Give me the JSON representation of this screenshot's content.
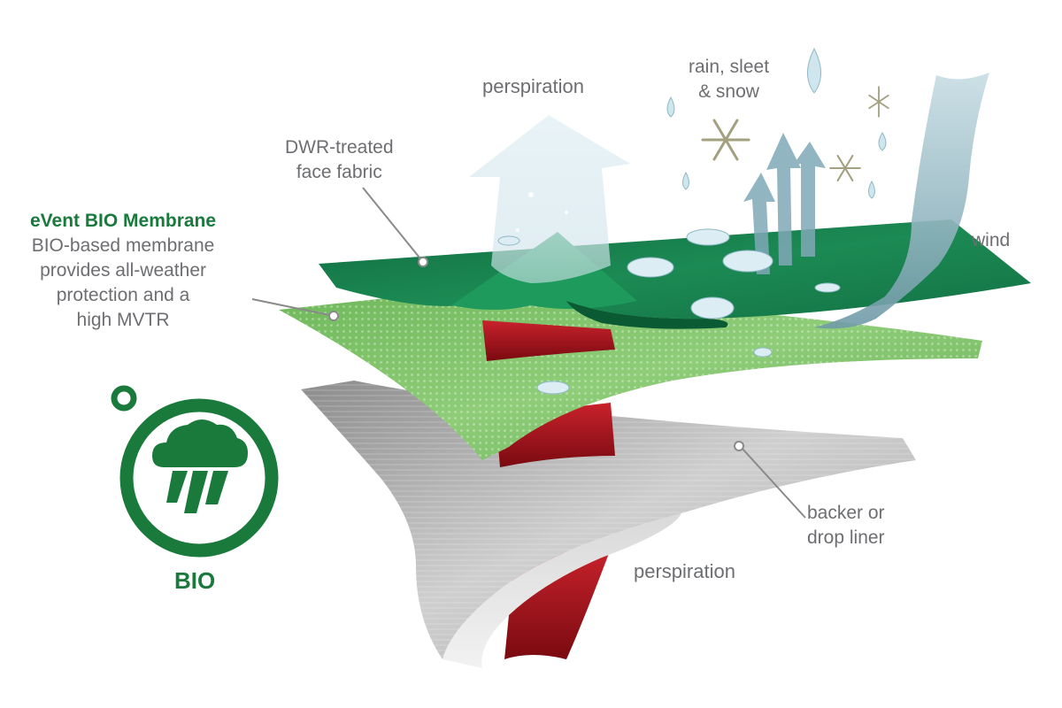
{
  "labels": {
    "perspiration_top": "perspiration",
    "rain": [
      "rain, sleet",
      "& snow"
    ],
    "face_fabric": [
      "DWR-treated",
      "face fabric"
    ],
    "membrane_title": "eVent BIO Membrane",
    "membrane_desc": [
      "BIO-based membrane",
      "provides all-weather",
      "protection and a",
      "high MVTR"
    ],
    "wind": "wind",
    "backer": [
      "backer or",
      "drop liner"
    ],
    "perspiration_bottom": "perspiration",
    "bio_badge": "BIO"
  },
  "colors": {
    "brand_green": "#1a7a3c",
    "face_fabric": "#16794a",
    "membrane": "#7dc36a",
    "backer": "#bdbdbd",
    "perspiration": "#a3141c",
    "label_gray": "#6d6e71",
    "water": "#bfe0ec"
  },
  "icons": {
    "bio_logo": "cloud-rain-in-circle-icon",
    "snowflake": "snowflake-icon",
    "raindrop": "raindrop-icon"
  }
}
